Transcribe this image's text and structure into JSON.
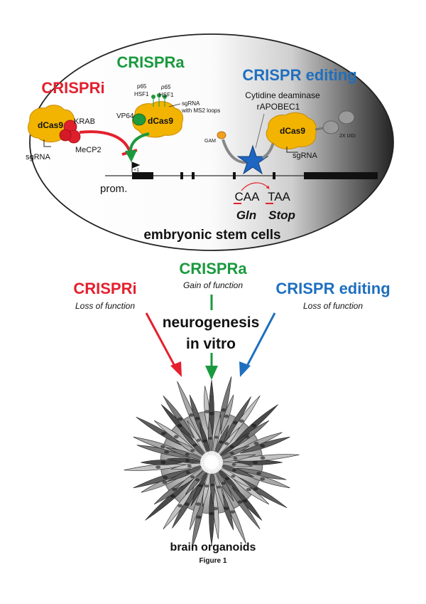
{
  "colors": {
    "crispri": "#e4202e",
    "crispra": "#1a9a3f",
    "editing": "#1f6fbf",
    "dcas9": "#f2b400",
    "dcas9_edge": "#c98900",
    "repressor": "#e01f2c",
    "vp64": "#1f9a3c",
    "star": "#1f66c2",
    "ink": "#111111"
  },
  "icons": {
    "dcas9": "dcas9-protein-icon",
    "krab": "krab-domain-icon",
    "mecp2": "mecp2-domain-icon",
    "vp64": "vp64-domain-icon",
    "deaminase": "cytidine-deaminase-star-icon",
    "ugi": "ugi-domain-icon",
    "organoid": "brain-organoid-icon"
  },
  "top_panel": {
    "crispri": {
      "title": "CRISPRi",
      "dcas9": "dCas9",
      "krab": "KRAB",
      "mecp2": "MeCP2",
      "sgrna": "sgRNA"
    },
    "crispra": {
      "title": "CRISPRa",
      "vp64": "VP64",
      "p65_a": "p65",
      "hsf1_a": "HSF1",
      "p65_b": "p65",
      "hsf1_b": "HSF1",
      "sgrna": "sgRNA",
      "ms2": "with MS2 loops",
      "dcas9": "dCas9"
    },
    "editing": {
      "title": "CRISPR editing",
      "deaminase": "Cytidine deaminase",
      "apobec": "rAPOBEC1",
      "gam": "GAM",
      "dcas9": "dCas9",
      "ugi": "2X UGI",
      "sgrna": "sgRNA"
    },
    "gene": {
      "promoter": "prom.",
      "tss": "+1",
      "codon_before": "CAA",
      "codon_after": "TAA",
      "aa_before": "Gln",
      "aa_after": "Stop"
    },
    "cell_label": "embryonic stem cells"
  },
  "bottom_panel": {
    "crispri": {
      "title": "CRISPRi",
      "subtitle": "Loss of function"
    },
    "crispra": {
      "title": "CRISPRa",
      "subtitle": "Gain of function"
    },
    "editing": {
      "title": "CRISPR editing",
      "subtitle": "Loss of function"
    },
    "center_line1": "neurogenesis",
    "center_line2": "in vitro",
    "organoid_label": "brain organoids",
    "caption": "Figure 1"
  }
}
